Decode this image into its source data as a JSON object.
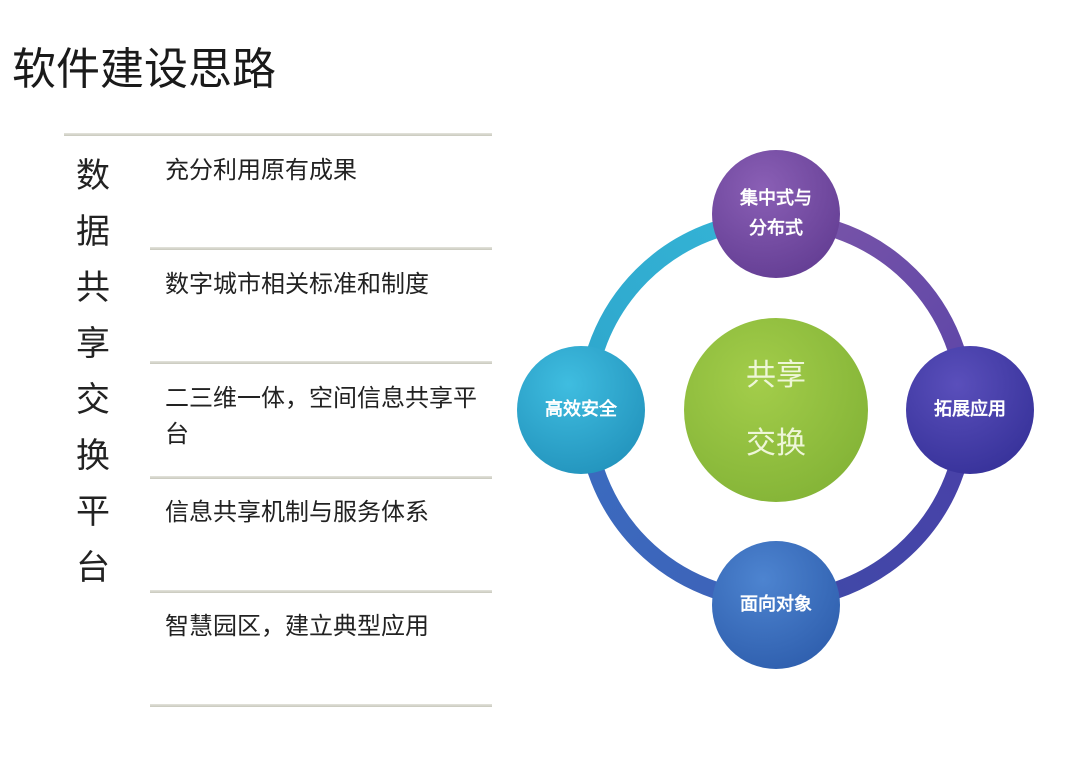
{
  "title": "软件建设思路",
  "platform_label": [
    "数",
    "据",
    "共",
    "享",
    "交",
    "换",
    "平",
    "台"
  ],
  "rows": [
    "充分利用原有成果",
    "数字城市相关标准和制度",
    "二三维一体，空间信息共享平台",
    "信息共享机制与服务体系",
    "智慧园区，建立典型应用"
  ],
  "diagram": {
    "center": [
      "共享",
      "交换"
    ],
    "nodes": {
      "top": [
        "集中式与",
        "分布式"
      ],
      "right": "拓展应用",
      "bottom": "面向对象",
      "left": "高效安全"
    },
    "colors": {
      "top": "#7a4fa6",
      "right": "#4a3fa8",
      "bottom": "#3d6fc0",
      "left": "#2fa8cc",
      "center": "#8fbe3a"
    }
  }
}
